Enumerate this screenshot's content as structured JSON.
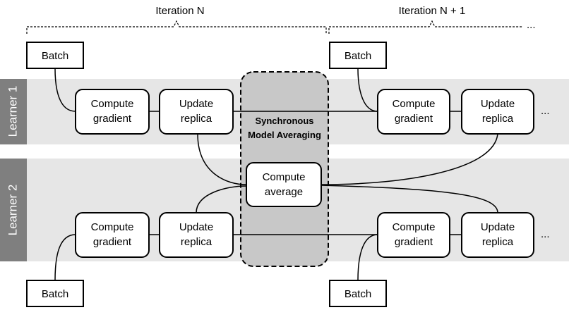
{
  "iterations": {
    "first": "Iteration N",
    "second": "Iteration N + 1",
    "ellipsis": "..."
  },
  "learners": {
    "learner1": "Learner 1",
    "learner2": "Learner 2"
  },
  "boxes": {
    "batch": "Batch",
    "compute_gradient": [
      "Compute",
      "gradient"
    ],
    "update_replica": [
      "Update",
      "replica"
    ],
    "compute_average": [
      "Compute",
      "average"
    ]
  },
  "sync": [
    "Synchronous",
    "Model Averaging"
  ],
  "trailing": "..."
}
